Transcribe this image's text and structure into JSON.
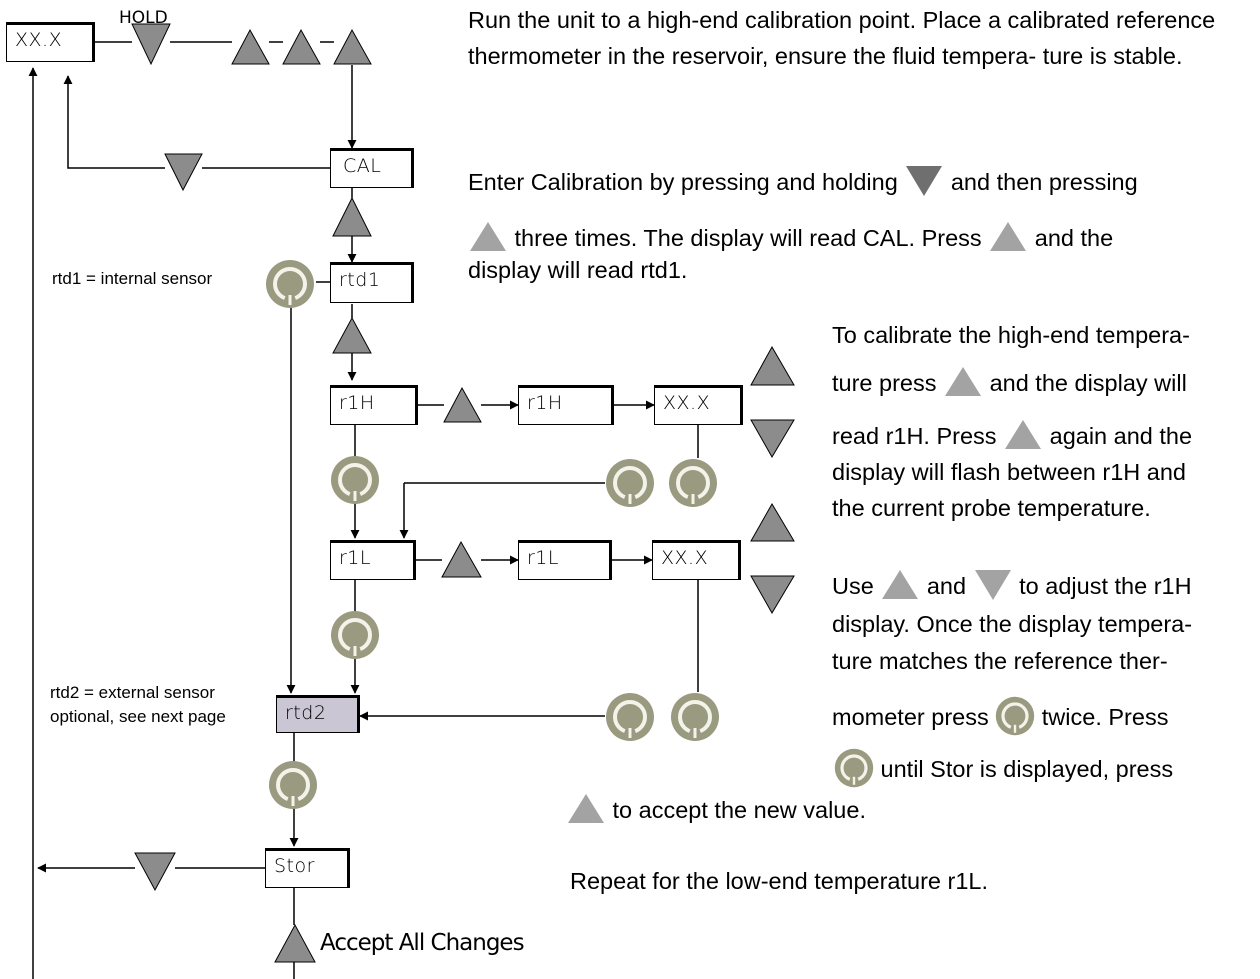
{
  "labels": {
    "hold": "HOLD",
    "display_xx": "XX.X",
    "cal": "CAL",
    "rtd1": "rtd1",
    "r1h": "r1H",
    "r1l": "r1L",
    "rtd2": "rtd2",
    "stor": "Stor",
    "accept_all": "Accept All Changes",
    "rtd1_note": "rtd1 = internal sensor",
    "rtd2_note_1": "rtd2 = external sensor",
    "rtd2_note_2": "optional, see next page"
  },
  "text": {
    "p1": "Run the unit to a high-end calibration point. Place a calibrated reference thermometer in the reservoir, ensure the fluid tempera- ture is stable.",
    "p2a": "Enter Calibration by pressing and holding",
    "p2b": "and then pressing",
    "p2c": "three times. The display will read CAL. Press",
    "p2d": "and the",
    "p2e": "display will read rtd1.",
    "p3a": "To calibrate the high-end tempera-",
    "p3b": "ture press",
    "p3c": "and the display will",
    "p3d": "read r1H. Press",
    "p3e": "again and the",
    "p3f": "display will flash between r1H and",
    "p3g": "the current probe temperature.",
    "p4a": "Use",
    "p4b": "and",
    "p4c": "to adjust the r1H",
    "p4d": "display. Once the display tempera-",
    "p4e": "ture matches the reference ther-",
    "p4f": "mometer press",
    "p4g": "twice. Press",
    "p4h": "until Stor is displayed, press",
    "p4i": "to accept the new value.",
    "p5": "Repeat for the low-end temperature r1L."
  },
  "icons": {
    "up": "up-arrow-button-icon",
    "down": "down-arrow-button-icon",
    "cycle": "cycle-button-icon"
  },
  "colors": {
    "triangle_fill": "#8c8c8c",
    "text_triangle": "#a3a3a3",
    "cycle_outer": "#9a9a80",
    "cycle_inner": "#f3f3ea",
    "rtd2_fill": "#cbc6d4"
  }
}
